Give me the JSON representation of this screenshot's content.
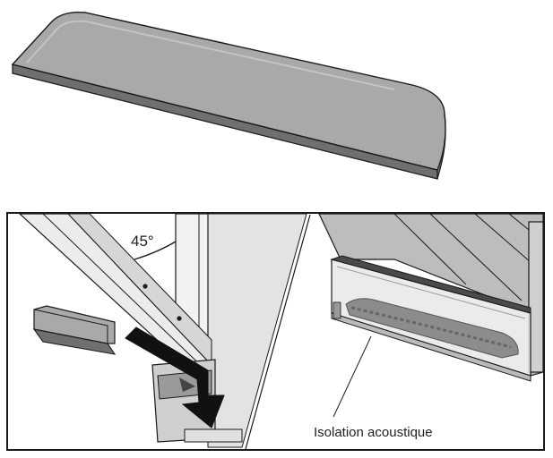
{
  "top_panel": {
    "shape": "acoustic-insulation-panel"
  },
  "detail_view": {
    "angle_label": "45°",
    "callout_label": "Isolation acoustique"
  },
  "colors": {
    "panel_top": "#a9a9a9",
    "panel_edge": "#6f6f6f",
    "outline": "#1a1a1a",
    "light_gray": "#d9d9d9",
    "mid_gray": "#bdbdbd",
    "arrow": "#111111",
    "foam": "#8c8c8c"
  },
  "icons": {
    "insertion_arrow": "down-arrow-icon"
  }
}
